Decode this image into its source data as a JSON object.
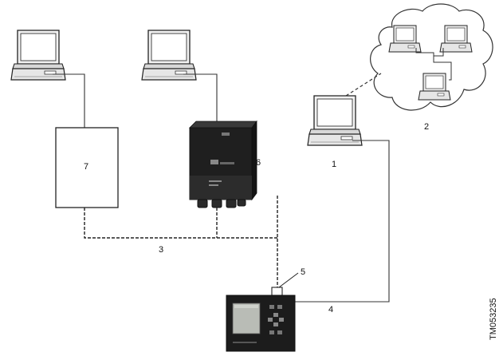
{
  "labels": {
    "client_pc": "1",
    "cloud": "2",
    "bus": "3",
    "ethernet": "4",
    "connector": "5",
    "gateway": "6",
    "box": "7"
  },
  "document_code": "TM053235",
  "colors": {
    "line": "#2a2a2a",
    "device_dark": "#1c1c1c",
    "laptop_body": "#e8e8e8",
    "screen": "#ffffff"
  },
  "icons": {
    "laptop": "laptop-icon",
    "gateway": "gateway-device-icon",
    "controller": "controller-device-icon",
    "cloud": "cloud-icon"
  }
}
